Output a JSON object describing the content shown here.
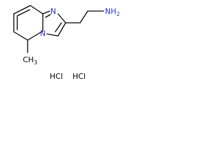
{
  "molecule": {
    "atoms": {
      "ring_n_top": "N",
      "ring_n_bridge": "N",
      "amine": "NH",
      "amine_h_count": "2",
      "methyl": "CH",
      "methyl_h_count": "3"
    },
    "counterions": [
      "HCl",
      "HCl"
    ],
    "colors": {
      "bond": "#000000",
      "nitrogen": "#2b2bd6",
      "carbon_text": "#000000"
    }
  }
}
